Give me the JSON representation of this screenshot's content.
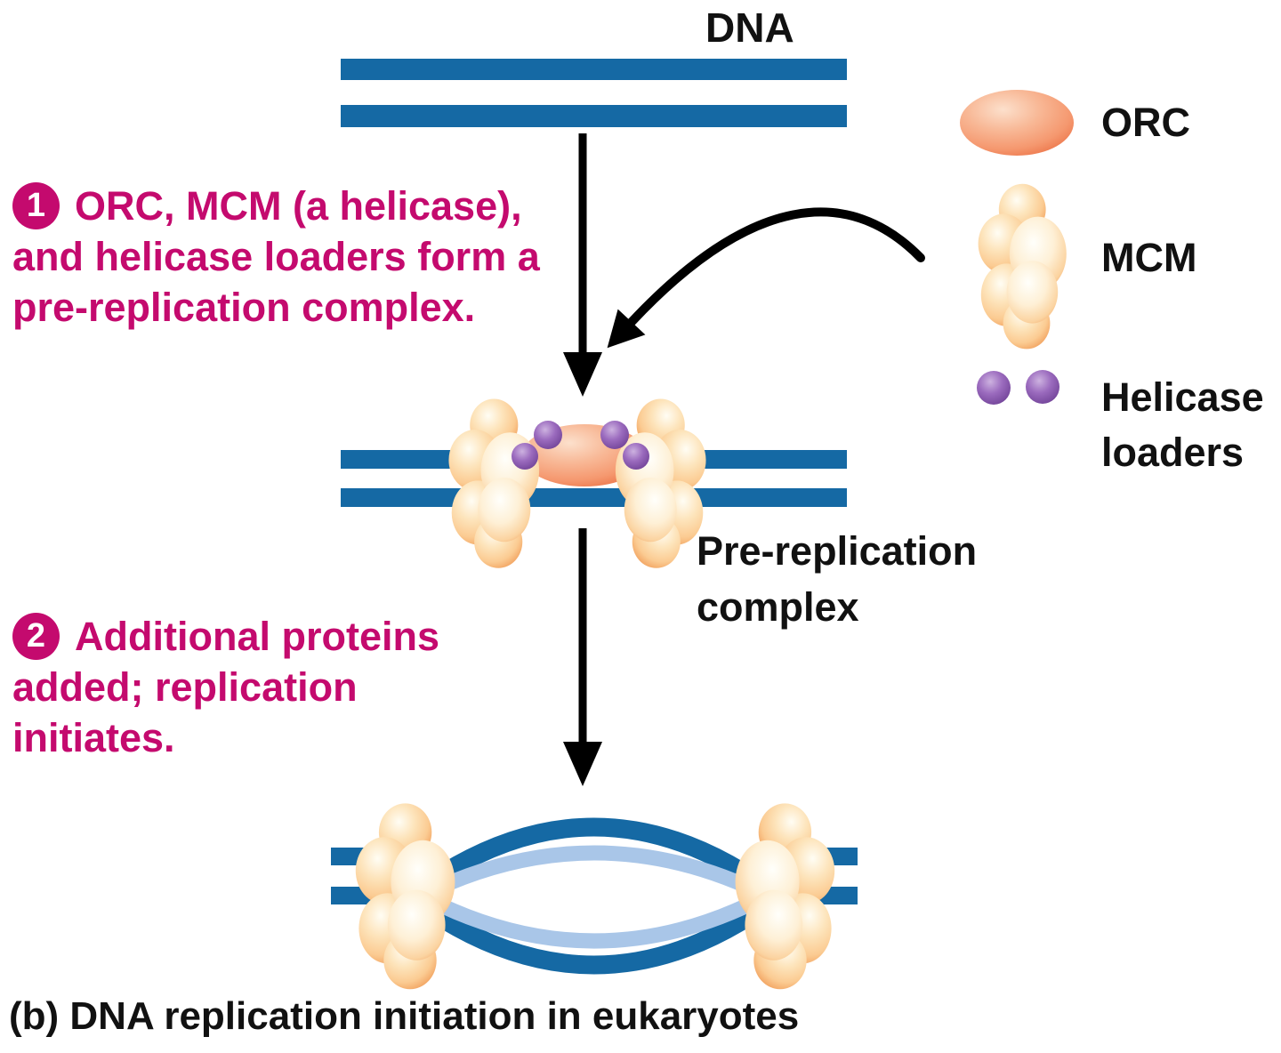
{
  "figure": {
    "dna_label": "DNA",
    "caption": "(b) DNA replication initiation in eukaryotes",
    "pre_replication_complex_label": {
      "line1": "Pre-replication",
      "line2": "complex"
    }
  },
  "steps": [
    {
      "number": "1",
      "lines": [
        "ORC, MCM (a helicase),",
        "and helicase loaders form a",
        "pre-replication complex."
      ]
    },
    {
      "number": "2",
      "lines": [
        "Additional proteins",
        "added; replication",
        "initiates."
      ]
    }
  ],
  "legend": {
    "items": [
      {
        "symbol": "orc-ellipse",
        "label": "ORC"
      },
      {
        "symbol": "mcm-cluster",
        "label": "MCM"
      },
      {
        "symbol": "helicase-loader-dots",
        "label_line1": "Helicase",
        "label_line2": "loaders"
      }
    ]
  },
  "colors": {
    "dna_strand_blue": "#1569A4",
    "new_strand_light_blue": "#A9C6E8",
    "mcm_fill_orange": "#FBCE96",
    "mcm_edge_orange": "#F09A55",
    "orc_salmon": "#F59C74",
    "orc_edge": "#EC7347",
    "helicase_loader_purple": "#8A5BB4",
    "step_text_magenta": "#C40A6E",
    "label_black": "#111111",
    "arrow_black": "#000000"
  }
}
